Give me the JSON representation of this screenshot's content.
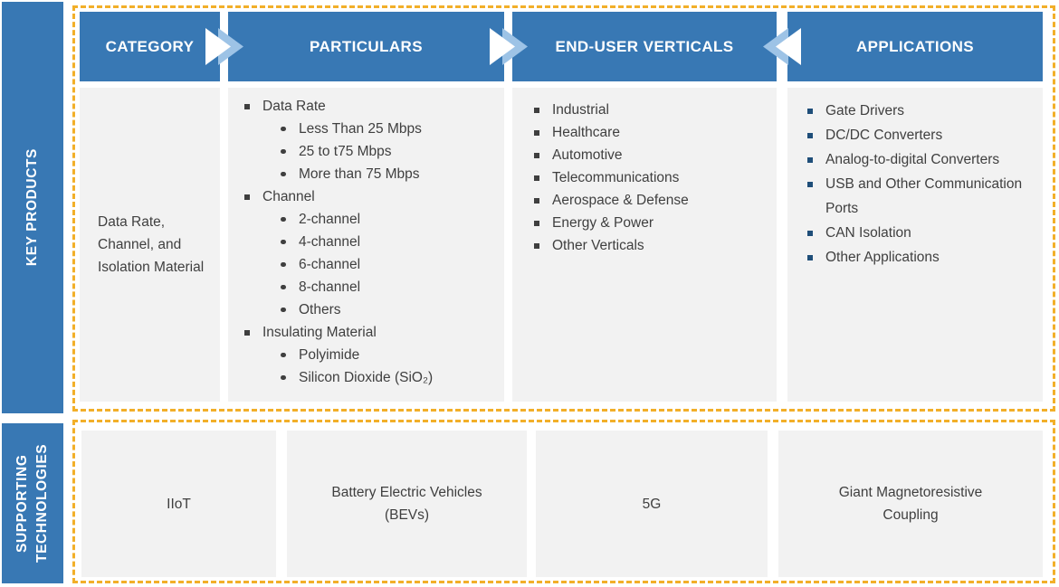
{
  "colors": {
    "header_blue": "#3878B4",
    "arrow_light_blue": "#9DC3E6",
    "box_gray": "#F2F2F2",
    "text_dark": "#3F3F3F",
    "bullet_navy": "#1F4E79",
    "dashed_gold": "#F2AF29"
  },
  "key_products": {
    "label": "KEY PRODUCTS",
    "category": {
      "header": "CATEGORY",
      "text": "Data Rate, Channel, and Isolation Material"
    },
    "particulars": {
      "header": "PARTICULARS",
      "groups": [
        {
          "label": "Data Rate",
          "children": [
            "Less Than 25 Mbps",
            "25 to t75 Mbps",
            "More than 75 Mbps"
          ]
        },
        {
          "label": "Channel",
          "children": [
            "2-channel",
            "4-channel",
            "6-channel",
            "8-channel",
            "Others"
          ]
        },
        {
          "label": "Insulating Material",
          "children": [
            "Polyimide",
            "Silicon Dioxide (SiO₂)"
          ]
        }
      ]
    },
    "end_user_verticals": {
      "header": "END-USER VERTICALS",
      "items": [
        "Industrial",
        "Healthcare",
        "Automotive",
        "Telecommunications",
        "Aerospace & Defense",
        "Energy & Power",
        "Other Verticals"
      ]
    },
    "applications": {
      "header": "APPLICATIONS",
      "items": [
        "Gate Drivers",
        "DC/DC Converters",
        "Analog-to-digital Converters",
        "USB and Other Communication Ports",
        "CAN Isolation",
        "Other Applications"
      ]
    }
  },
  "supporting_technologies": {
    "label": "SUPPORTING TECHNOLOGIES",
    "boxes": [
      "IIoT",
      "Battery Electric Vehicles (BEVs)",
      "5G",
      "Giant Magnetoresistive Coupling"
    ]
  }
}
